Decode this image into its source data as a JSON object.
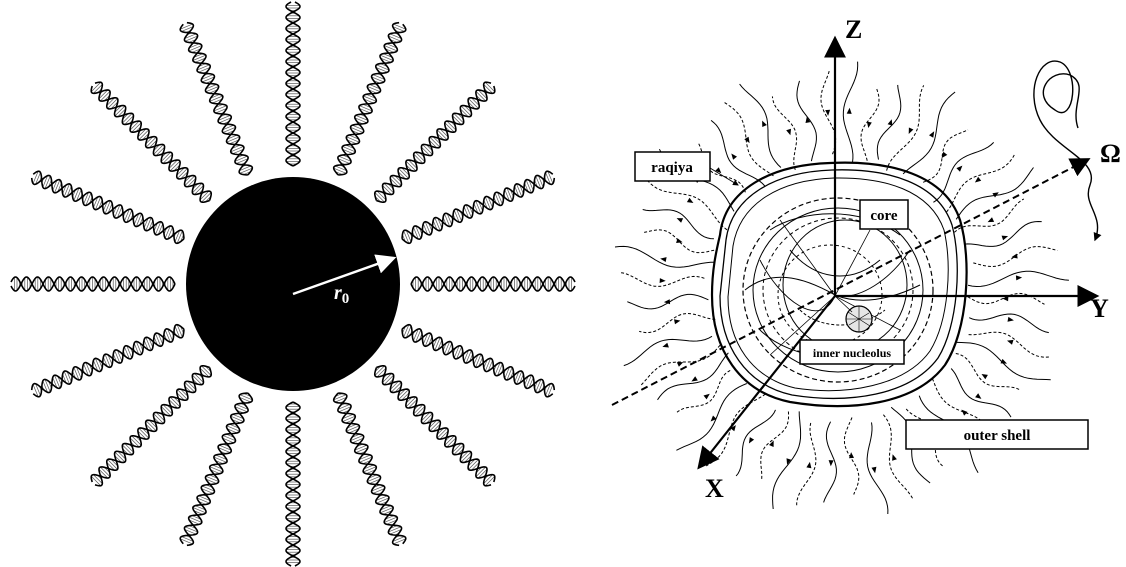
{
  "left_diagram": {
    "radius_label": "r0",
    "radius_main": "r",
    "radius_sub": "0"
  },
  "right_diagram": {
    "axis_z": "Z",
    "axis_y": "Y",
    "axis_x": "X",
    "omega": "Ω",
    "labels": {
      "raqiya": "raqiya",
      "core": "core",
      "inner_nucleolus": "inner nucleolus",
      "outer_shell": "outer shell"
    }
  }
}
